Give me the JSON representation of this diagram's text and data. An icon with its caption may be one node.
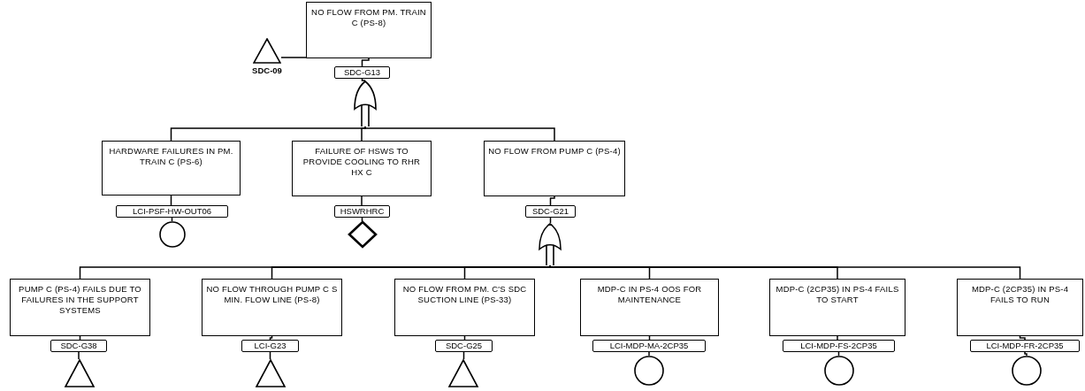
{
  "diagram": {
    "nodes": [
      {
        "text": [
          "NO FLOW FROM PM. TRAIN C (PS-8)"
        ]
      },
      {
        "text": [
          "SDC-09"
        ]
      },
      {
        "text": [
          "SDC-G13"
        ]
      },
      {
        "text": [],
        "shape": "gate"
      },
      {
        "text": [
          "HARDWARE FAILURES IN PM. TRAIN C (PS-6)"
        ]
      },
      {
        "text": [
          "LCI-PSF-HW-OUT06"
        ]
      },
      {
        "text": [],
        "shape": "circle"
      },
      {
        "text": [
          "FAILURE OF HSWS TO PROVIDE COOLING TO RHR HX C"
        ]
      },
      {
        "text": [
          "HSWRHRC"
        ]
      },
      {
        "text": [],
        "shape": "diamond"
      },
      {
        "text": [
          "NO FLOW FROM PUMP C (PS-4)"
        ]
      },
      {
        "text": [
          "SDC-G21"
        ]
      },
      {
        "text": [],
        "shape": "gate"
      },
      {
        "text": [
          "PUMP C (PS-4) FAILS DUE TO FAILURES IN THE SUPPORT SYSTEMS"
        ]
      },
      {
        "text": [
          "SDC-G38"
        ]
      },
      {
        "text": [],
        "shape": "triangle"
      },
      {
        "text": [
          "NO FLOW THROUGH PUMP C S MIN. FLOW LINE (PS-8)"
        ]
      },
      {
        "text": [
          "LCI-G23"
        ]
      },
      {
        "text": [],
        "shape": "triangle"
      },
      {
        "text": [
          "NO FLOW FROM PM. C'S SDC SUCTION LINE (PS-33)"
        ]
      },
      {
        "text": [
          "SDC-G25"
        ]
      },
      {
        "text": [],
        "shape": "triangle"
      },
      {
        "text": [
          "MDP-C IN PS-4 OOS FOR MAINTENANCE"
        ]
      },
      {
        "text": [
          "LCI-MDP-MA-2CP35"
        ]
      },
      {
        "text": [],
        "shape": "circle"
      },
      {
        "text": [
          "MDP-C (2CP35) IN PS-4 FAILS TO START"
        ]
      },
      {
        "text": [
          "LCI-MDP-FS-2CP35"
        ]
      },
      {
        "text": [],
        "shape": "circle"
      },
      {
        "text": [
          "MDP-C (2CP35) IN PS-4 FAILS TO RUN"
        ]
      },
      {
        "text": [
          "LCI-MDP-FR-2CP35"
        ]
      },
      {
        "text": [],
        "shape": "circle"
      }
    ],
    "edges": [
      {
        "from": 0,
        "to": 1,
        "arrow": "none"
      },
      {
        "from": 0,
        "to": 2,
        "arrow": "none"
      },
      {
        "from": 2,
        "to": 3,
        "arrow": "none"
      },
      {
        "from": 3,
        "to": 4,
        "arrow": "none"
      },
      {
        "from": 3,
        "to": 7,
        "arrow": "none"
      },
      {
        "from": 3,
        "to": 10,
        "arrow": "none"
      },
      {
        "from": 4,
        "to": 5,
        "arrow": "none"
      },
      {
        "from": 5,
        "to": 6,
        "arrow": "none"
      },
      {
        "from": 7,
        "to": 8,
        "arrow": "none"
      },
      {
        "from": 8,
        "to": 9,
        "arrow": "none"
      },
      {
        "from": 10,
        "to": 11,
        "arrow": "none"
      },
      {
        "from": 11,
        "to": 12,
        "arrow": "none"
      },
      {
        "from": 12,
        "to": 13,
        "arrow": "none"
      },
      {
        "from": 12,
        "to": 16,
        "arrow": "none"
      },
      {
        "from": 12,
        "to": 19,
        "arrow": "none"
      },
      {
        "from": 12,
        "to": 22,
        "arrow": "none"
      },
      {
        "from": 12,
        "to": 25,
        "arrow": "none"
      },
      {
        "from": 12,
        "to": 28,
        "arrow": "none"
      },
      {
        "from": 13,
        "to": 14,
        "arrow": "none"
      },
      {
        "from": 14,
        "to": 15,
        "arrow": "none"
      },
      {
        "from": 16,
        "to": 17,
        "arrow": "none"
      },
      {
        "from": 17,
        "to": 18,
        "arrow": "none"
      },
      {
        "from": 19,
        "to": 20,
        "arrow": "none"
      },
      {
        "from": 20,
        "to": 21,
        "arrow": "none"
      },
      {
        "from": 22,
        "to": 23,
        "arrow": "none"
      },
      {
        "from": 23,
        "to": 24,
        "arrow": "none"
      },
      {
        "from": 25,
        "to": 26,
        "arrow": "none"
      },
      {
        "from": 26,
        "to": 27,
        "arrow": "none"
      },
      {
        "from": 28,
        "to": 29,
        "arrow": "none"
      },
      {
        "from": 29,
        "to": 30,
        "arrow": "none"
      }
    ]
  }
}
